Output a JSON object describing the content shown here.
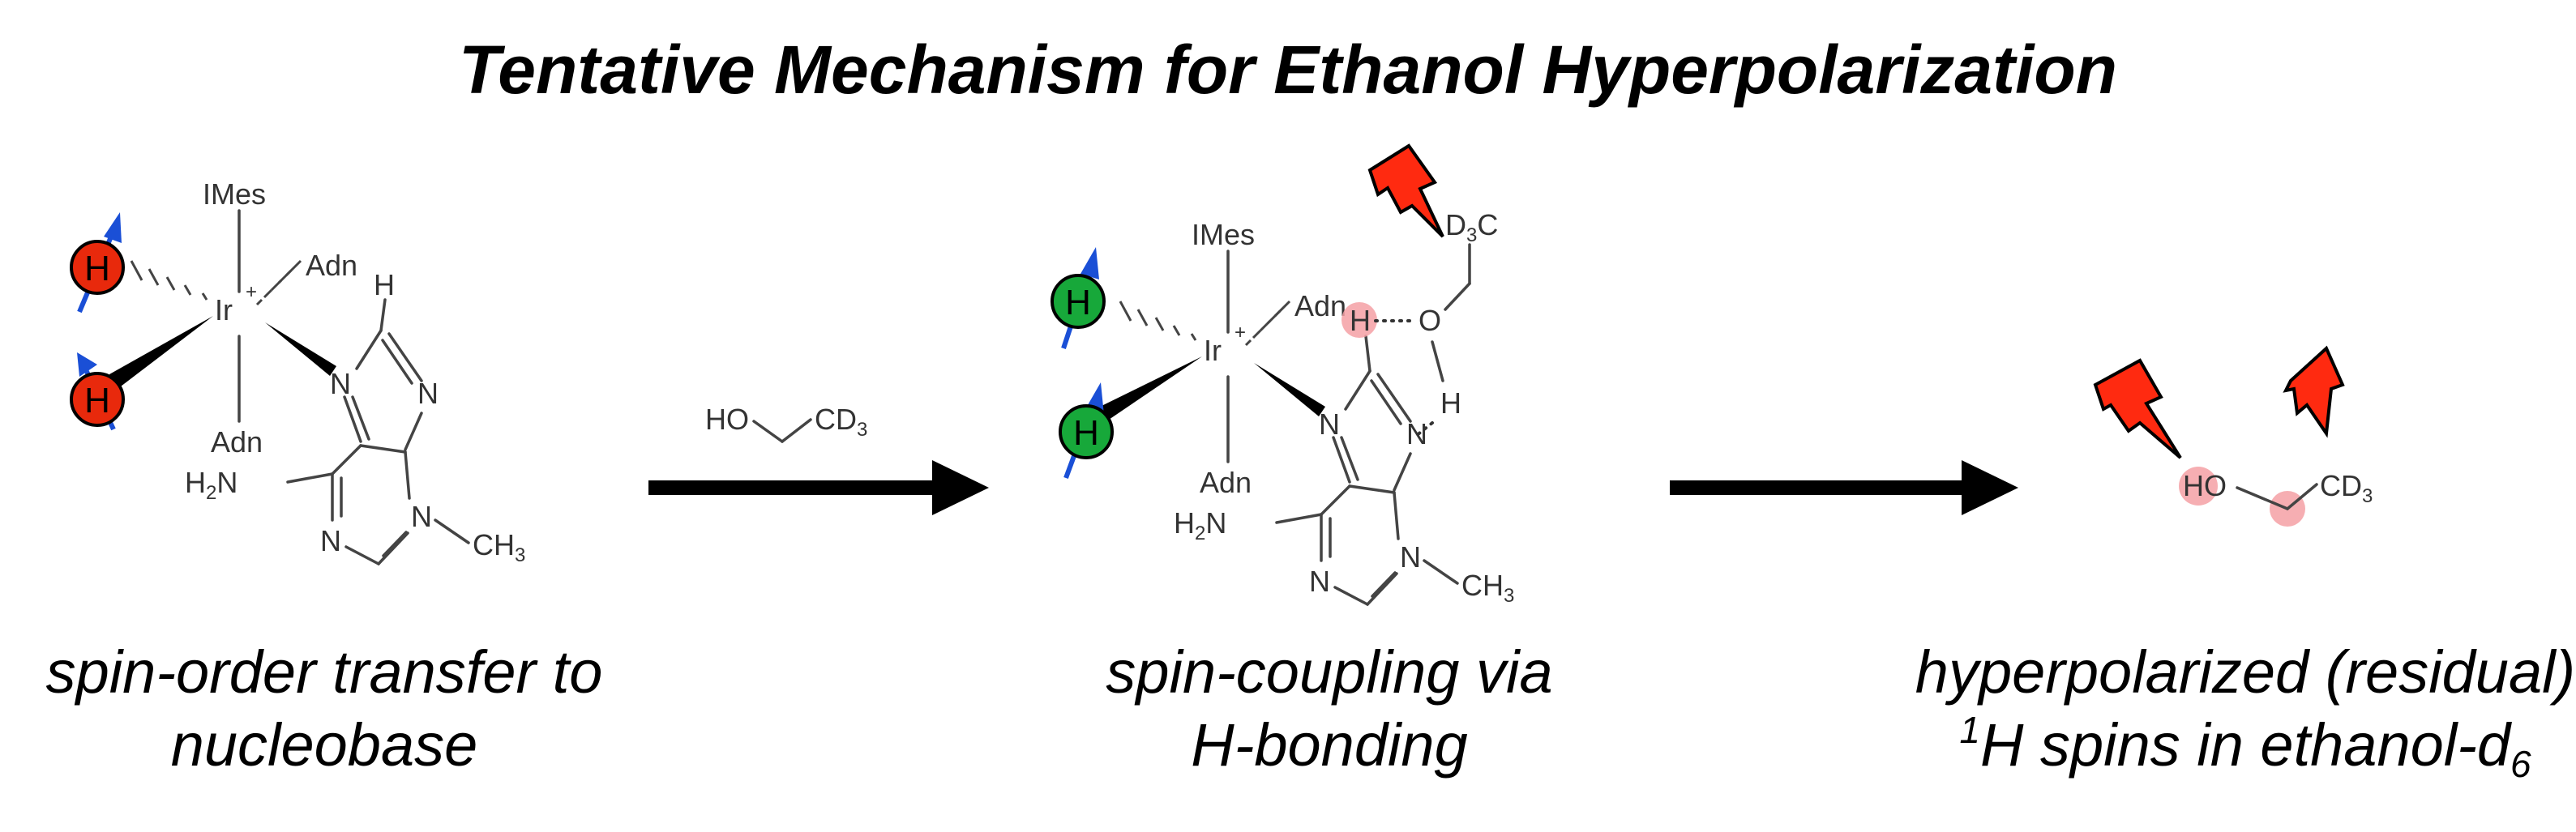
{
  "title": "Tentative Mechanism for Ethanol Hyperpolarization",
  "panel1": {
    "caption_line1": "spin-order transfer to",
    "caption_line2": "nucleobase",
    "hydride_1": "H",
    "hydride_2": "H",
    "hydride_color": "#e8290c"
  },
  "panel2": {
    "caption_line1": "spin-coupling via",
    "caption_line2": "H-bonding",
    "hydride_1": "H",
    "hydride_2": "H",
    "hydride_color": "#17a83a"
  },
  "panel3": {
    "caption_line1": "hyperpolarized (residual)",
    "caption_line2_sup": "1",
    "caption_line2_main": "H spins in ethanol-d",
    "caption_line2_sub": "6"
  },
  "complex": {
    "ligand_top": "IMes",
    "ligand_right": "Adn",
    "ligand_bottom": "Adn",
    "metal": "Ir",
    "charge": "+",
    "ring_h": "H",
    "n": "N",
    "amino": "H",
    "amino_sub": "2",
    "amino_n": "N",
    "methyl": "CH",
    "methyl_sub": "3"
  },
  "reagent": {
    "ho": "HO",
    "cd": "CD",
    "cd_sub": "3"
  },
  "bound_ethanol": {
    "h": "H",
    "o": "O",
    "oh_h": "H",
    "d": "D",
    "d_sub": "3",
    "c": "C"
  },
  "product": {
    "ho": "HO",
    "cd": "CD",
    "cd_sub": "3"
  },
  "colors": {
    "spin_arrow": "#1a4fd6",
    "lightning": "#ff2a10",
    "hyperpolarized_glow": "#f4a0a4"
  }
}
